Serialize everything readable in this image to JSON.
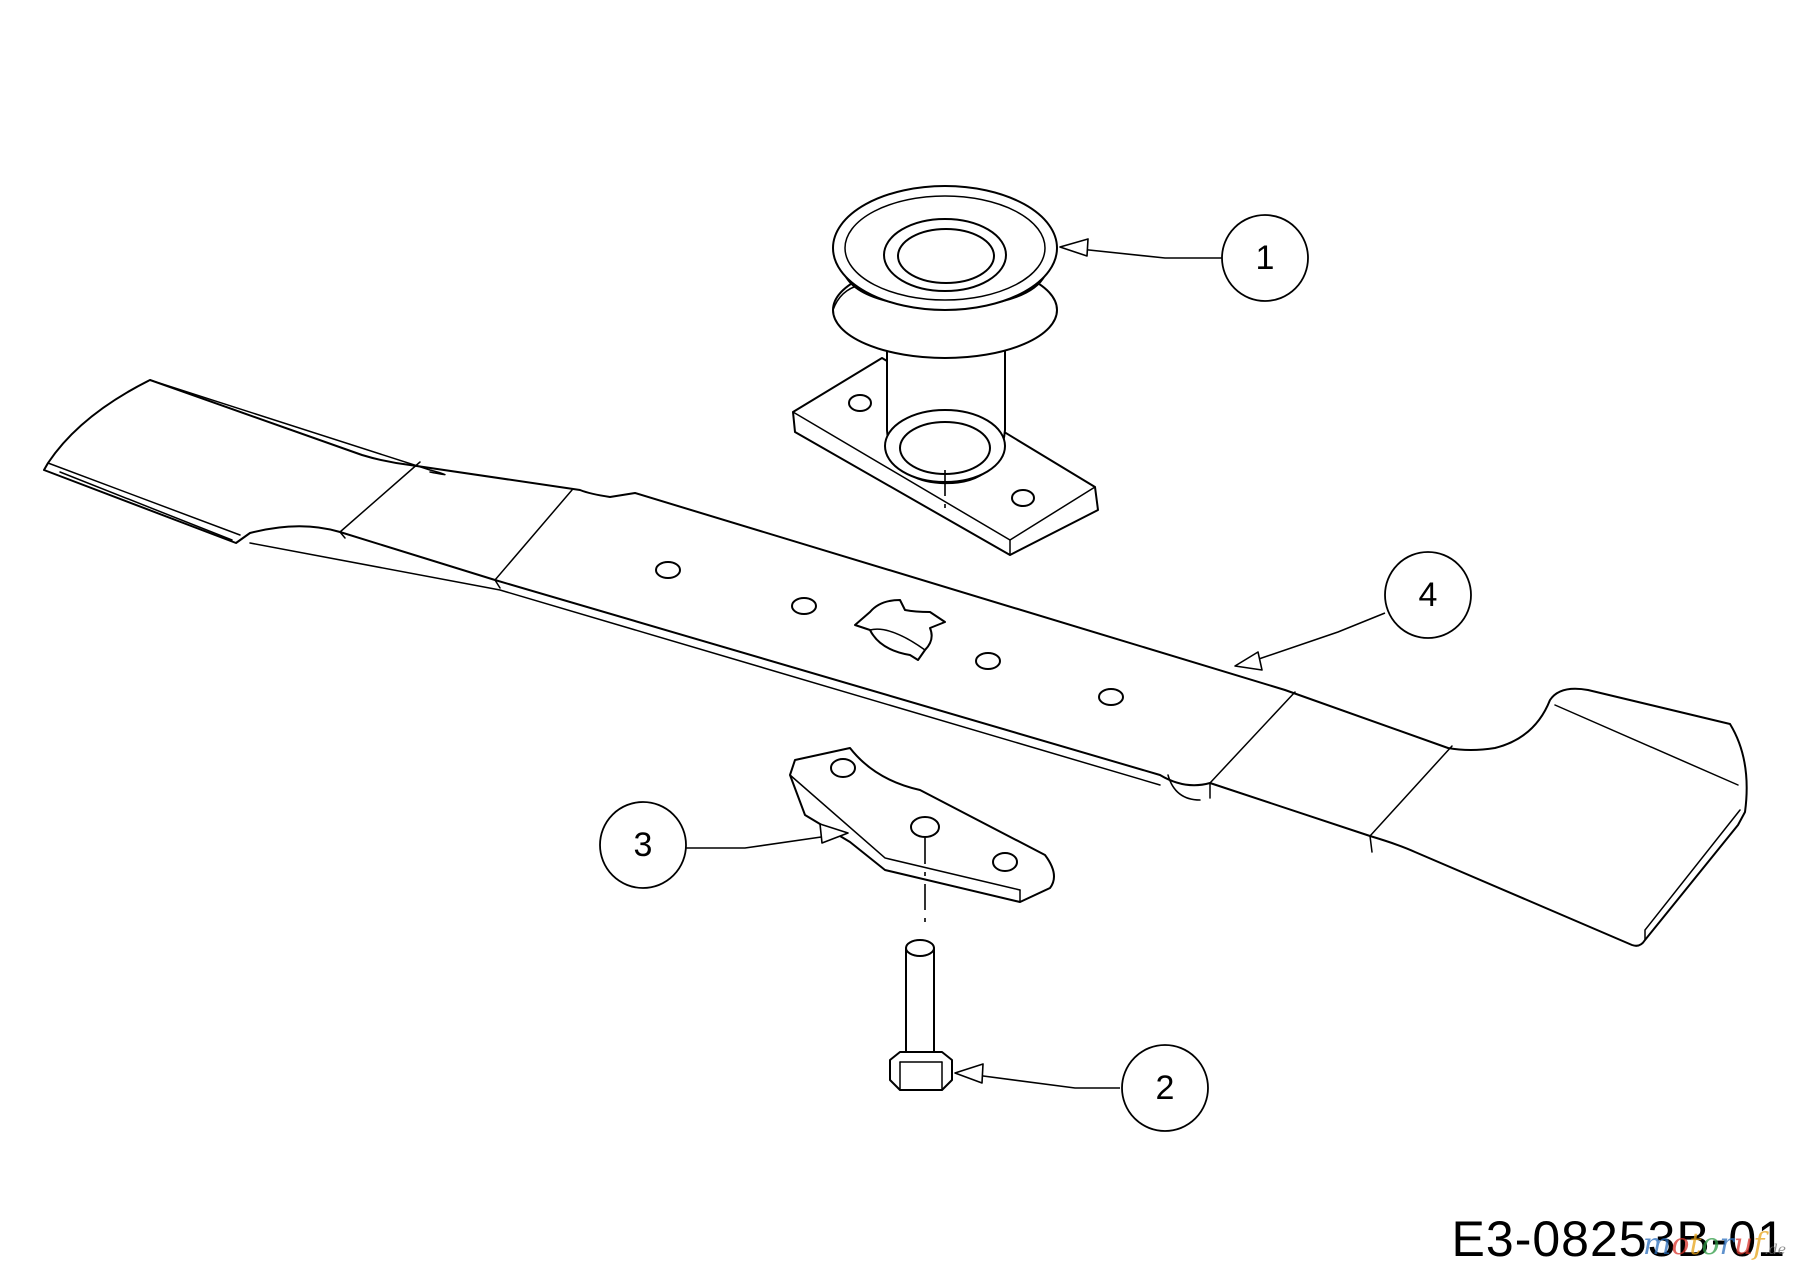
{
  "callouts": [
    {
      "id": "1",
      "label": "1"
    },
    {
      "id": "2",
      "label": "2"
    },
    {
      "id": "3",
      "label": "3"
    },
    {
      "id": "4",
      "label": "4"
    }
  ],
  "drawing_number": "E3-08253B-01",
  "watermark": [
    "m",
    "o",
    "t",
    "o",
    "r",
    "u",
    "f",
    ".de"
  ]
}
